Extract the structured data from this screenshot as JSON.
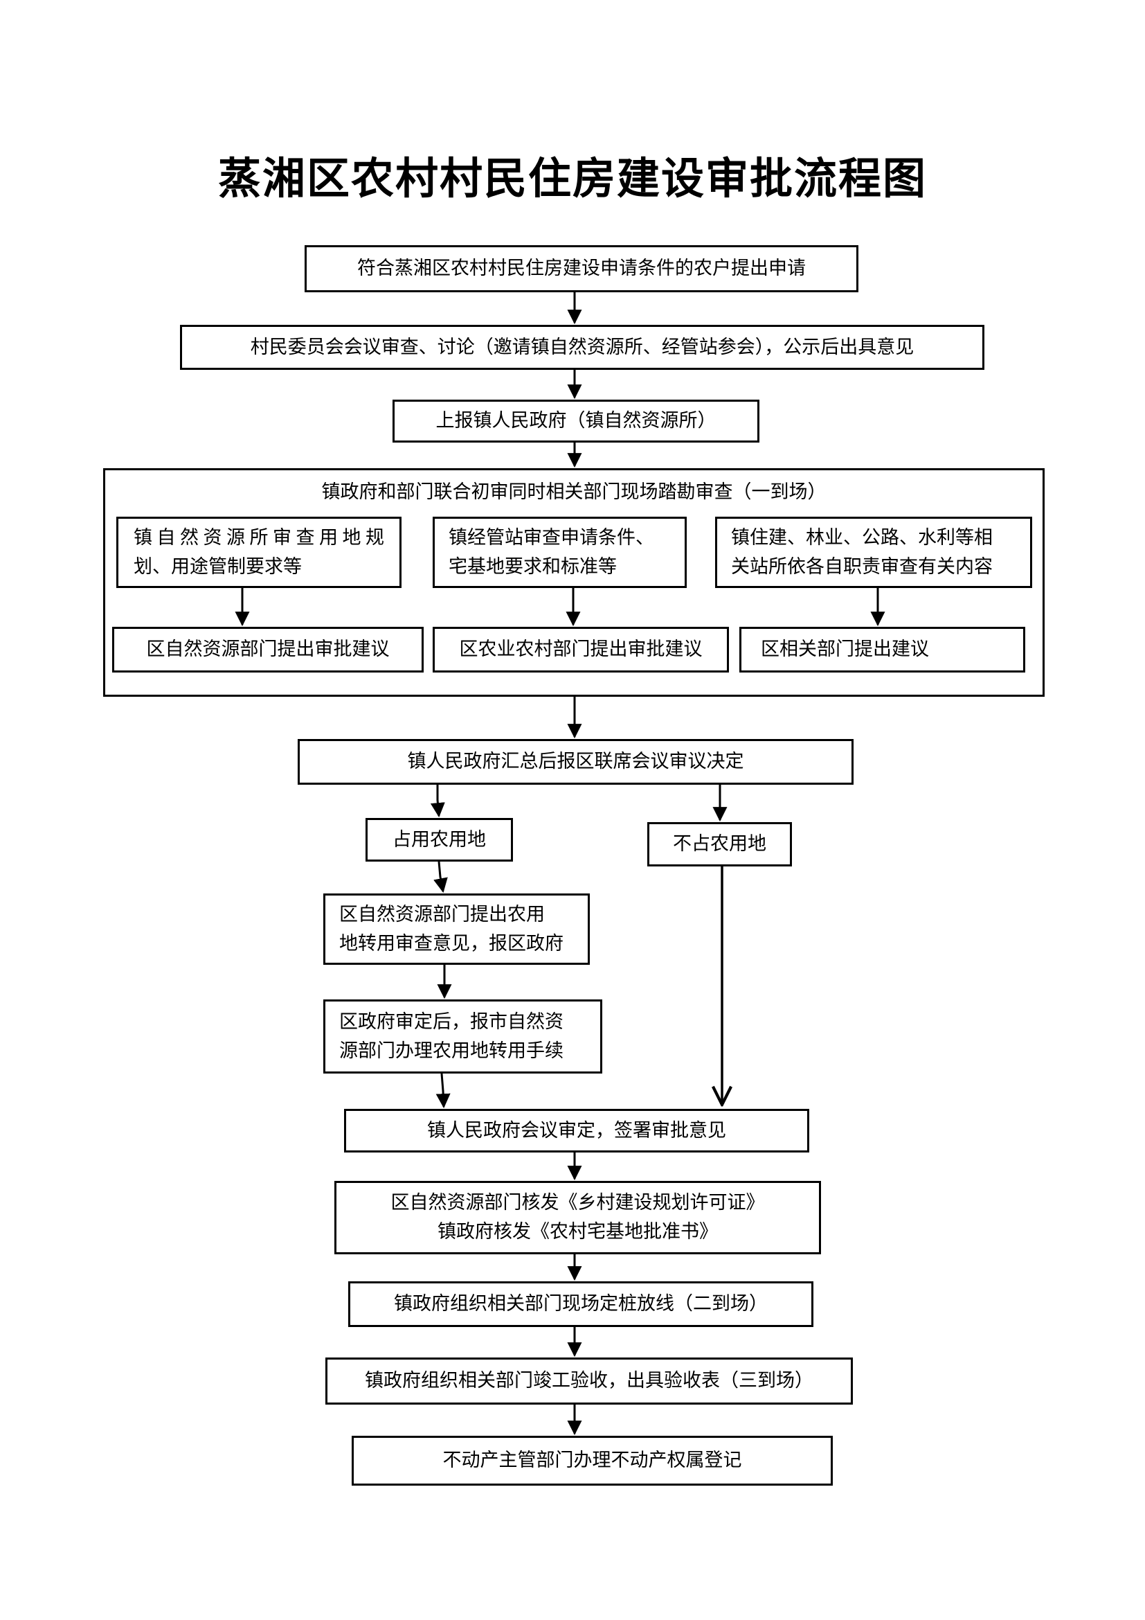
{
  "title": "蒸湘区农村村民住房建设审批流程图",
  "steps": {
    "apply": "符合蒸湘区农村村民住房建设申请条件的农户提出申请",
    "village_review": "村民委员会会议审查、讨论（邀请镇自然资源所、经管站参会），公示后出具意见",
    "report_town": "上报镇人民政府（镇自然资源所）",
    "joint_review": {
      "title": "镇政府和部门联合初审同时相关部门现场踏勘审查（一到场）",
      "col1_top": [
        "镇自然资源所审查用地规",
        "划、用途管制要求等"
      ],
      "col2_top": [
        "镇经管站审查申请条件、",
        "宅基地要求和标准等"
      ],
      "col3_top": [
        "镇住建、林业、公路、水利等相",
        "关站所依各自职责审查有关内容"
      ],
      "col1_bottom": "区自然资源部门提出审批建议",
      "col2_bottom": "区农业农村部门提出审批建议",
      "col3_bottom": "区相关部门提出建议"
    },
    "summary": "镇人民政府汇总后报区联席会议审议决定",
    "use_farmland": "占用农用地",
    "no_farmland": "不占农用地",
    "conversion_opinion": [
      "区自然资源部门提出农用",
      "地转用审查意见，报区政府"
    ],
    "conversion_procedure": [
      "区政府审定后，报市自然资",
      "源部门办理农用地转用手续"
    ],
    "town_approval": "镇人民政府会议审定，签署审批意见",
    "permits": [
      "区自然资源部门核发《乡村建设规划许可证》",
      "镇政府核发《农村宅基地批准书》"
    ],
    "staking": "镇政府组织相关部门现场定桩放线（二到场）",
    "acceptance": "镇政府组织相关部门竣工验收，出具验收表（三到场）",
    "registration": "不动产主管部门办理不动产权属登记"
  }
}
